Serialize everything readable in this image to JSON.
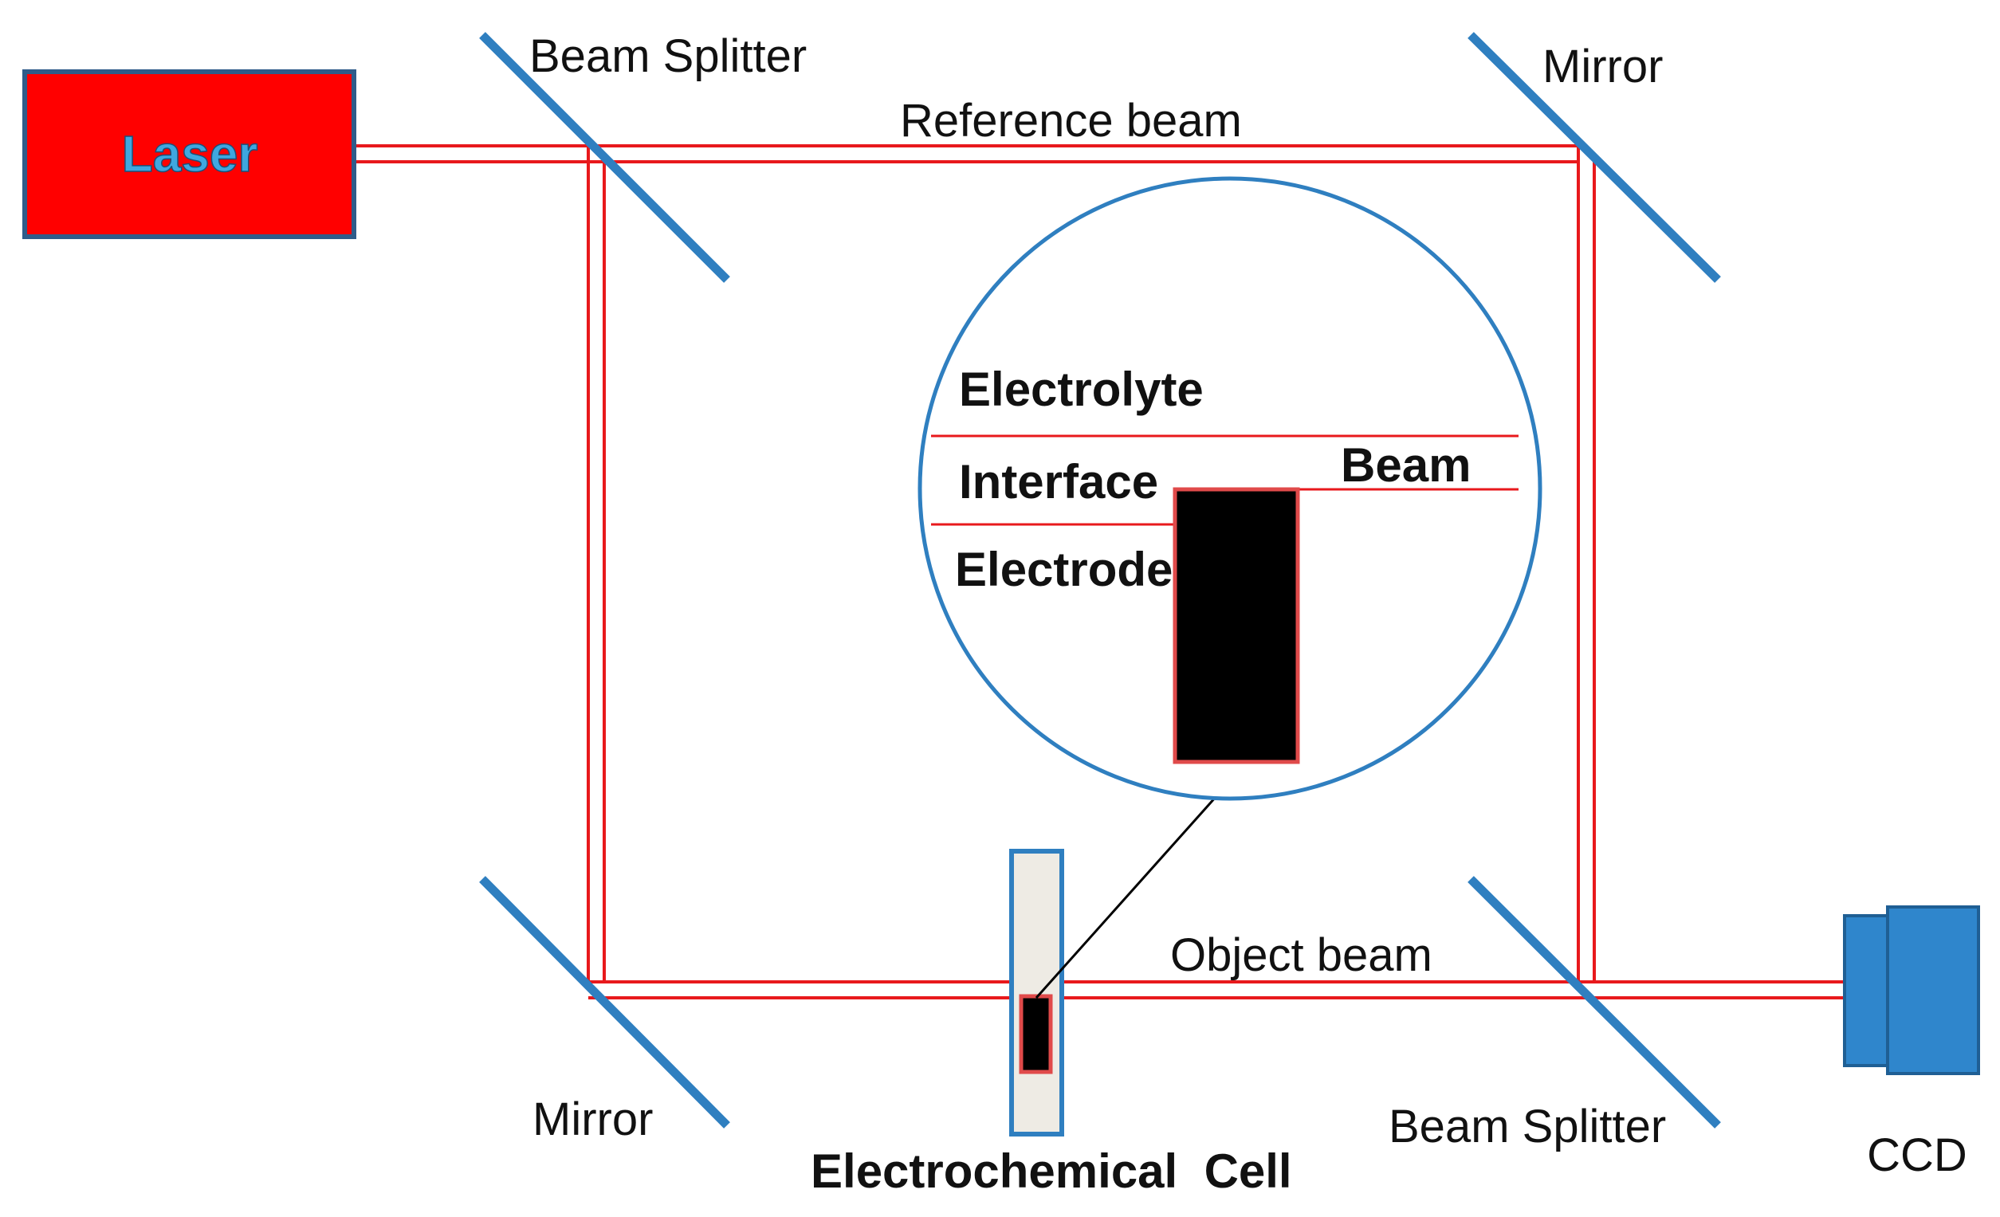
{
  "labels": {
    "laser": "Laser",
    "beam_splitter_top": "Beam Splitter",
    "mirror_top": "Mirror",
    "reference_beam": "Reference beam",
    "electrolyte": "Electrolyte",
    "interface": "Interface",
    "beam": "Beam",
    "electrode": "Electrode",
    "object_beam": "Object beam",
    "mirror_bottom": "Mirror",
    "electrochemical_cell": "Electrochemical  Cell",
    "beam_splitter_bottom": "Beam Splitter",
    "ccd": "CCD"
  },
  "colors": {
    "laser_fill": "#ff0000",
    "laser_border": "#2f5c8a",
    "laser_text": "#3fa7e0",
    "beam": "#e8191c",
    "optics": "#2f7fc0",
    "ccd": "#2f86cc",
    "cell_fill": "#eeebe4",
    "electrode": "#000000"
  }
}
